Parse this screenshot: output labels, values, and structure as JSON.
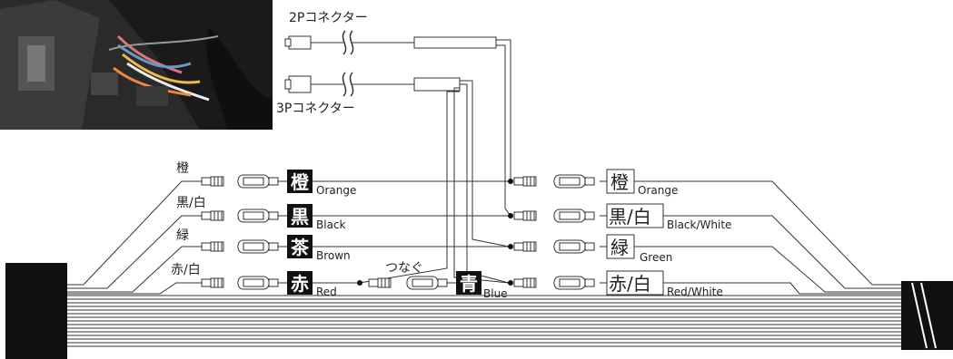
{
  "connectors": {
    "two_pin_label": "2Pコネクター",
    "three_pin_label": "3Pコネクター"
  },
  "left_wires": [
    {
      "label": "橙"
    },
    {
      "label": "黒/白"
    },
    {
      "label": "緑"
    },
    {
      "label": "赤/白"
    }
  ],
  "middle_boxes": [
    {
      "kanji": "橙",
      "english": "Orange"
    },
    {
      "kanji": "黒",
      "english": "Black"
    },
    {
      "kanji": "茶",
      "english": "Brown"
    },
    {
      "kanji": "赤",
      "english": "Red"
    }
  ],
  "join": {
    "label": "つなぐ",
    "kanji": "青",
    "english": "Blue"
  },
  "right_boxes": [
    {
      "kanji": "橙",
      "english": "Orange"
    },
    {
      "kanji": "黒/白",
      "english": "Black/White"
    },
    {
      "kanji": "緑",
      "english": "Green"
    },
    {
      "kanji": "赤/白",
      "english": "Red/White"
    }
  ],
  "colors": {
    "line": "#333333",
    "fill_dark": "#111111",
    "photo": "#2a2a2a"
  }
}
